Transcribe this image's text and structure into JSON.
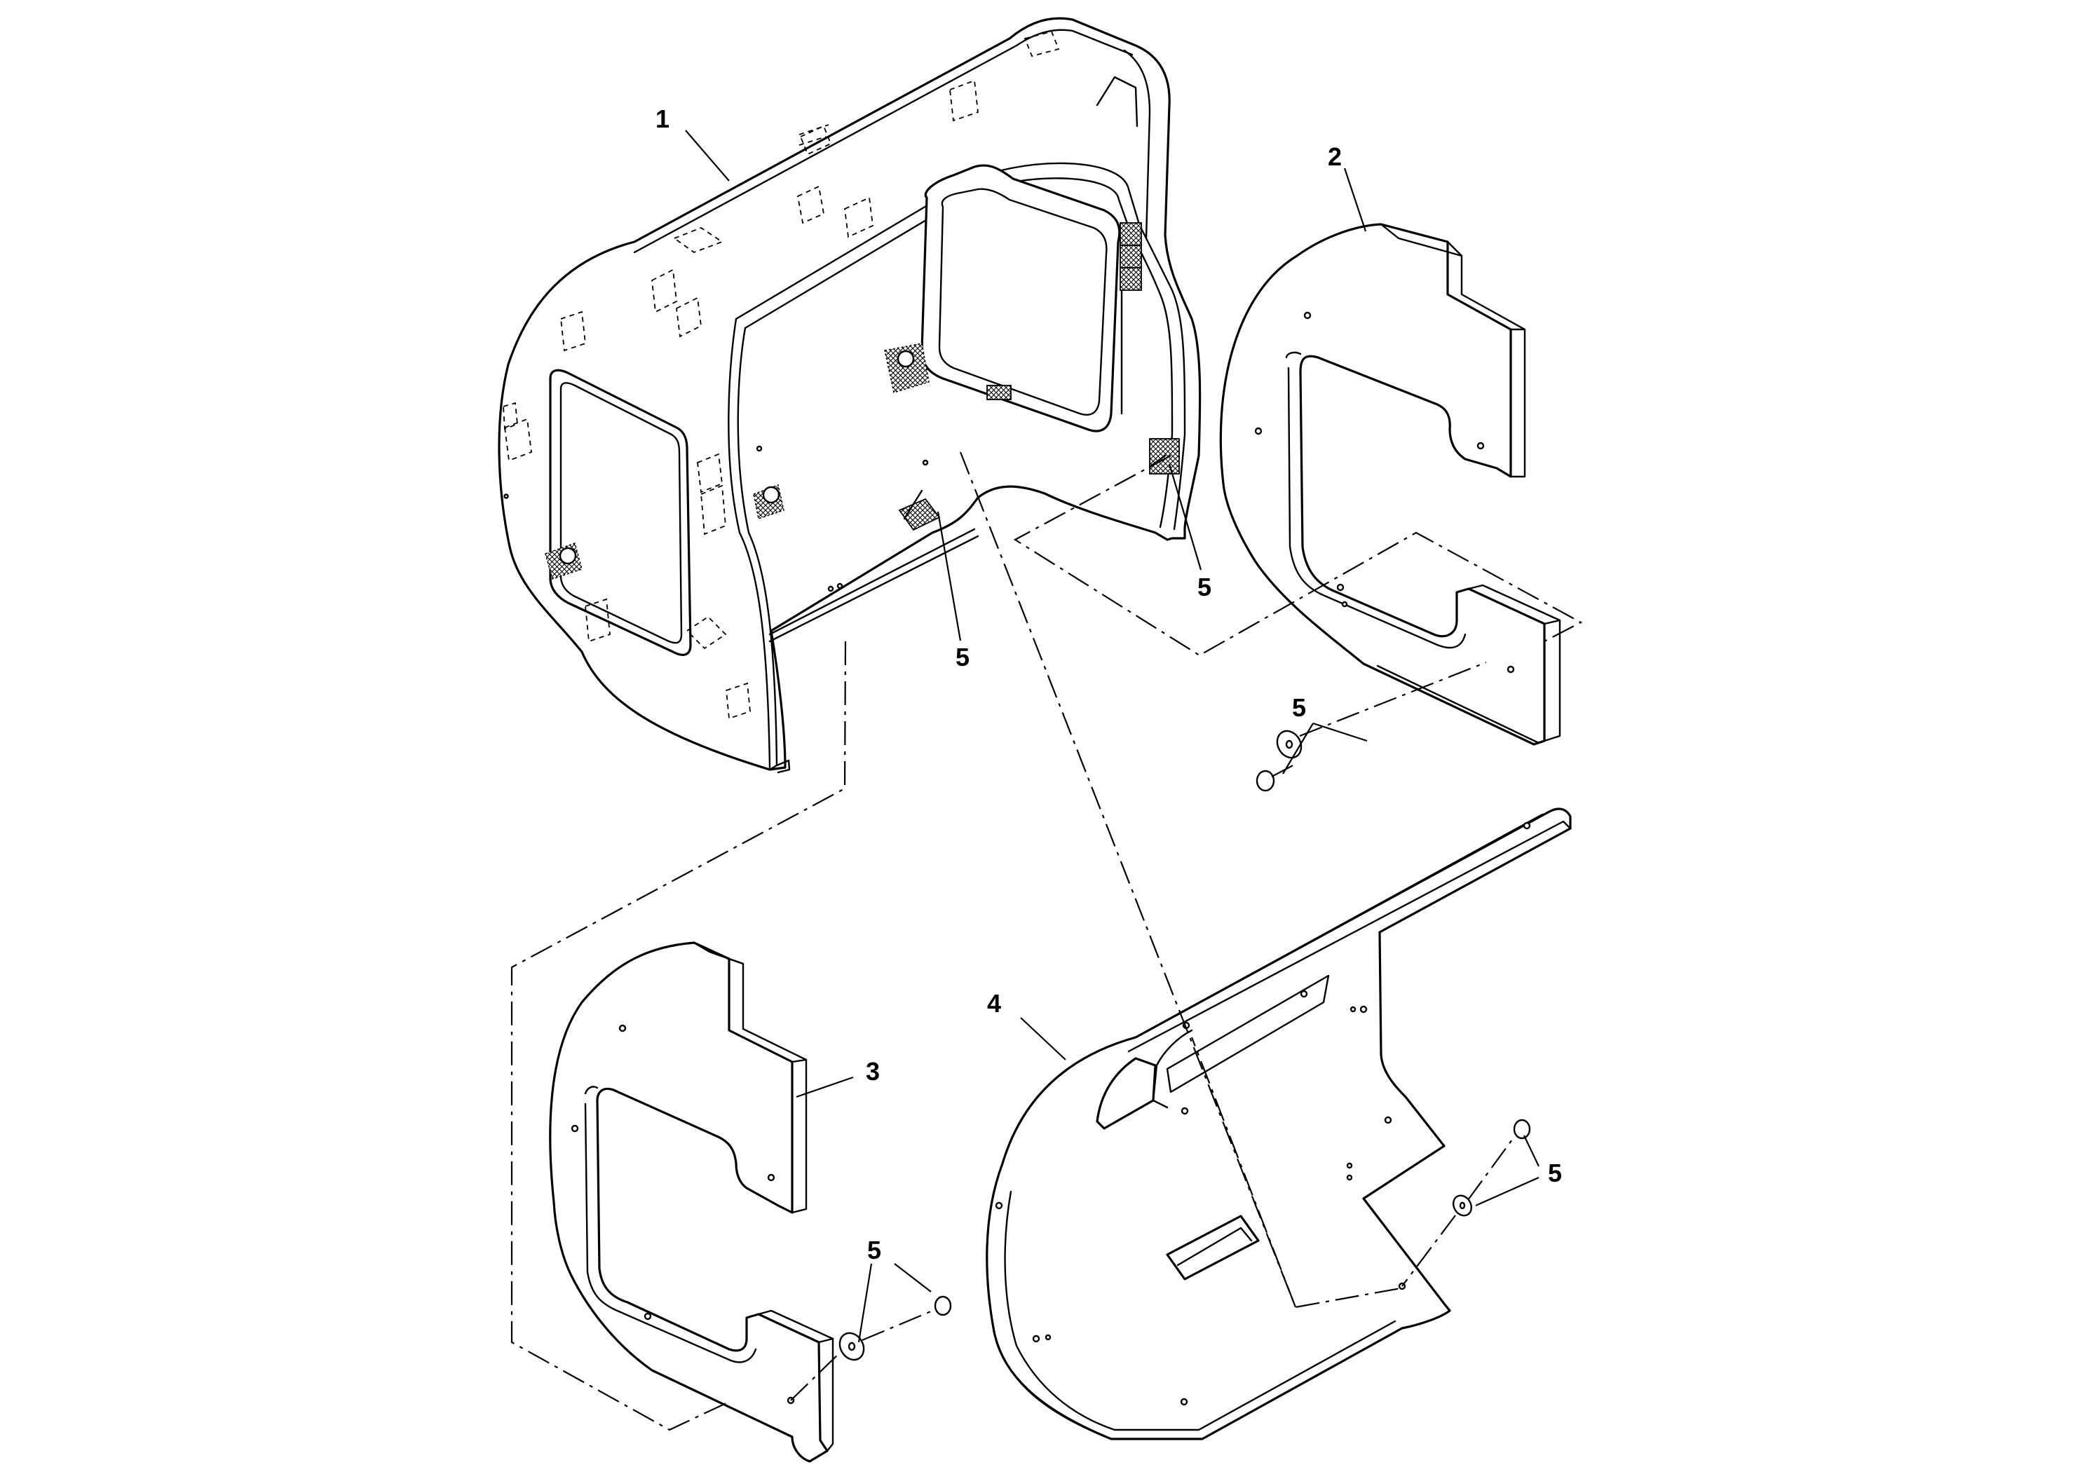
{
  "labels": {
    "part_1": "1",
    "part_2": "2",
    "part_3": "3",
    "part_4": "4",
    "fastener_a": "5",
    "fastener_b": "5",
    "fastener_c": "5",
    "fastener_d": "5",
    "fastener_e": "5"
  },
  "colors": {
    "line": "#000000",
    "background": "#ffffff"
  }
}
